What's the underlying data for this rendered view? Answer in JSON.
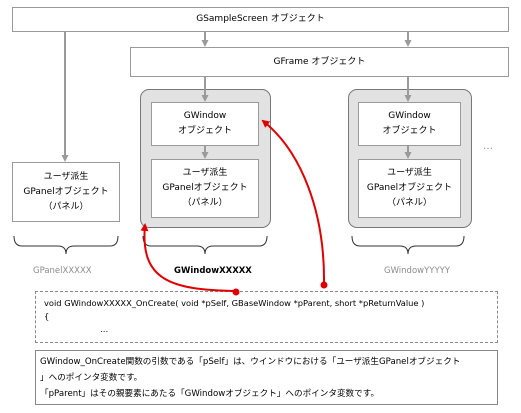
{
  "boxes": {
    "sample_screen": "GSampleScreen オブジェクト",
    "frame": "GFrame オブジェクト",
    "window1_l1": "GWindow",
    "window1_l2": "オブジェクト",
    "panel1_l1": "ユーザ派生",
    "panel1_l2": "GPanelオブジェクト",
    "panel1_l3": "（パネル）",
    "window2_l1": "GWindow",
    "window2_l2": "オブジェクト",
    "panel2_l1": "ユーザ派生",
    "panel2_l2": "GPanelオブジェクト",
    "panel2_l3": "（パネル）",
    "panel_left_l1": "ユーザ派生",
    "panel_left_l2": "GPanelオブジェクト",
    "panel_left_l3": "（パネル）"
  },
  "ellipsis": "…",
  "labels": {
    "left": "GPanelXXXXX",
    "middle": "GWindowXXXXX",
    "right": "GWindowYYYYY"
  },
  "code": {
    "line1": "void GWindowXXXXX_OnCreate( void *pSelf, GBaseWindow *pParent, short *pReturnValue )",
    "line2": "{",
    "line3": "…"
  },
  "note": {
    "line1": "GWindow_OnCreate関数の引数である「pSelf」は、ウインドウにおける「ユーザ派生GPanelオブジェクト",
    "line2": "」へのポインタ変数です。",
    "line3": "「pParent」はその親要素にあたる「GWindowオブジェクト」へのポインタ変数です。"
  },
  "colors": {
    "arrow_gray": "#9a9a9a",
    "pointer_red": "#e00000",
    "group_fill": "#e2e2e2"
  }
}
